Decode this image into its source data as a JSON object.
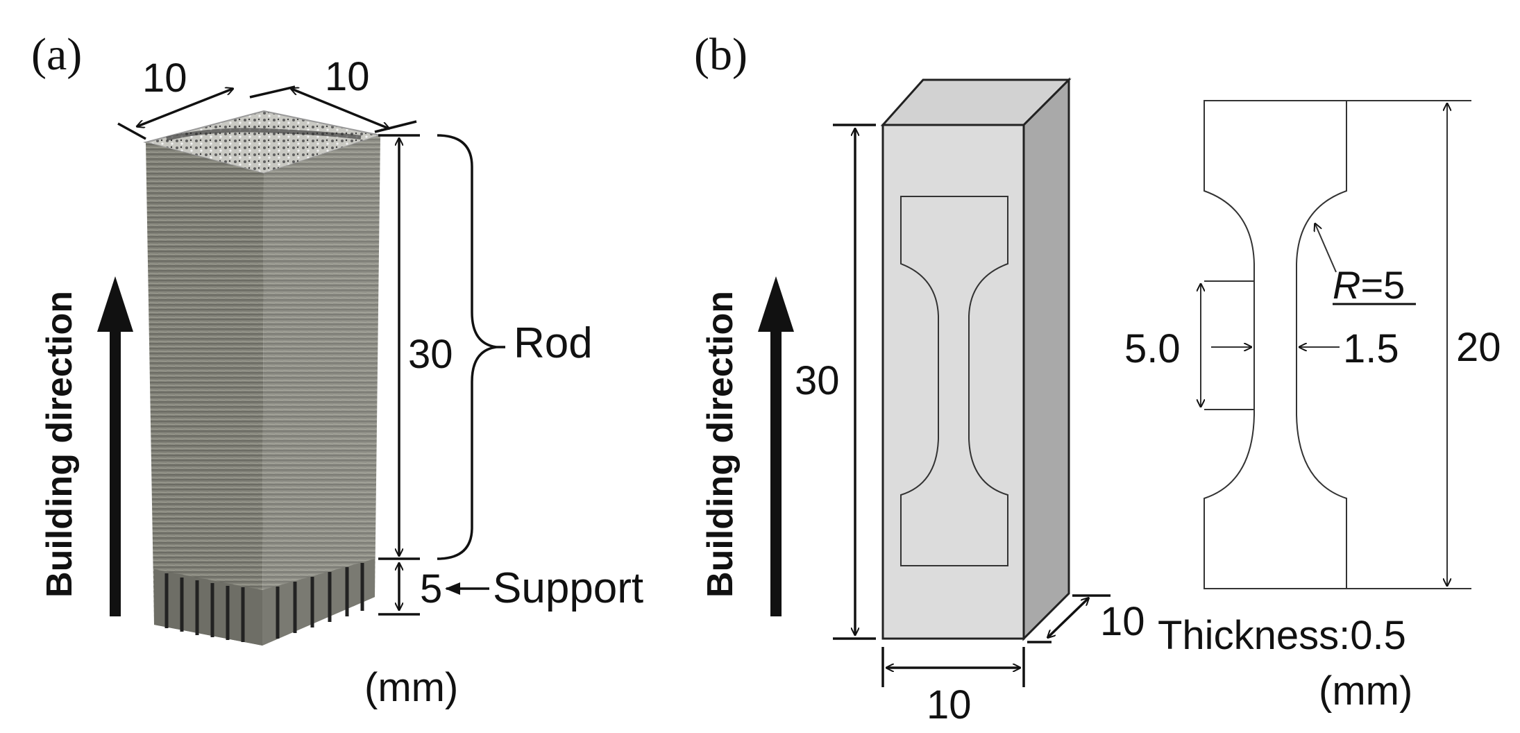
{
  "panel_a": {
    "label": "(a)",
    "building_direction": "Building direction",
    "dim_top_left": "10",
    "dim_top_right": "10",
    "dim_height": "30",
    "rod_label": "Rod",
    "dim_support": "5",
    "support_label": "Support",
    "units": "(mm)"
  },
  "panel_b": {
    "label": "(b)",
    "building_direction": "Building direction",
    "dim_height": "30",
    "dim_width": "10",
    "dim_depth": "10",
    "gauge_length": "5.0",
    "gauge_width": "1.5",
    "radius_var": "R",
    "radius_value": "=5",
    "specimen_length": "20",
    "thickness": "Thickness:0.5",
    "units": "(mm)"
  },
  "colors": {
    "block_front": "#dcdcdc",
    "block_top": "#d2d2d2",
    "block_side": "#a9a9a9",
    "rod_texture": "#7d7d73"
  }
}
